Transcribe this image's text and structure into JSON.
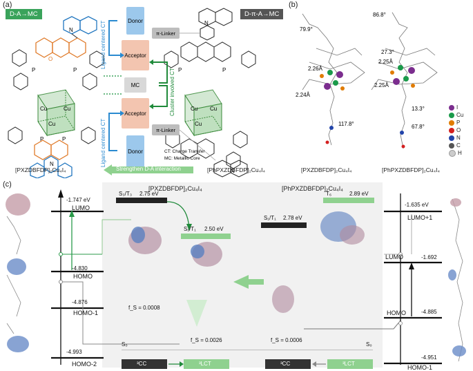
{
  "panels": {
    "a": "(a)",
    "b": "(b)",
    "c": "(c)"
  },
  "panel_a": {
    "tag_left": "D-A→MC",
    "tag_right": "D-π-A→MC",
    "donor": "Donor",
    "linker": "π-Linker",
    "acceptor": "Acceptor",
    "mc": "MC",
    "ligand_ct_top": "Ligand centered CT",
    "ligand_ct_bottom": "Ligand centered CT",
    "cluster_ct": "Cluster involved CT",
    "legend_ct": "CT: Charge Transfer",
    "legend_mc": "MC: Metallic Core",
    "name_left": "[PXZDBFDP]₂Cu₄I₄",
    "name_right": "[PhPXZDBFDP]₂Cu₄I₄",
    "arrow_label": "Strengthen D-A interaction",
    "atoms": {
      "p": "P",
      "cu": "Cu",
      "n": "N",
      "o": "O"
    }
  },
  "panel_b": {
    "angle_1": "79.9°",
    "angle_2": "86.8°",
    "angle_3": "27.3°",
    "angle_4": "117.8°",
    "angle_5": "13.3°",
    "angle_6": "67.8°",
    "dist_1": "2.26Å",
    "dist_2": "2.24Å",
    "dist_3": "2.25Å",
    "dist_4": "2.25Å",
    "caption_left": "[PXZDBFDP]₂Cu₄I₄",
    "caption_right": "[PhPXZDBFDP]₂Cu₄I₄",
    "legend": [
      {
        "label": "I",
        "color": "#7b2d8e"
      },
      {
        "label": "Cu",
        "color": "#1a9a4a"
      },
      {
        "label": "P",
        "color": "#e07b00"
      },
      {
        "label": "O",
        "color": "#d42020"
      },
      {
        "label": "N",
        "color": "#2244aa"
      },
      {
        "label": "C",
        "color": "#555555"
      },
      {
        "label": "H",
        "color": "#cccccc"
      }
    ]
  },
  "panel_c": {
    "left_levels": {
      "lumo": {
        "energy": "-1.747 eV",
        "label": "LUMO"
      },
      "homo": {
        "energy": "-4.830",
        "label": "HOMO"
      },
      "homo1": {
        "energy": "-4.876",
        "label": "HOMO-1"
      },
      "homo2": {
        "energy": "-4.993",
        "label": "HOMO-2"
      }
    },
    "right_levels": {
      "lumo1": {
        "energy": "-1.635 eV",
        "label": "LUMO+1"
      },
      "lumo": {
        "energy": "-1.692",
        "label": "LUMO"
      },
      "homo": {
        "energy": "-4.885",
        "label": "HOMO"
      },
      "homo1": {
        "energy": "-4.951",
        "label": "HOMO-1"
      }
    },
    "center_left": {
      "title": "[PXZDBFDP]₂Cu₄I₄",
      "s3t3": "S₃/T₃",
      "s3t3_e": "2.75 eV",
      "s1t1": "S₁/T₁",
      "s1t1_e": "2.50 eV",
      "fs1": "f_S = 0.0008",
      "fs2": "f_S = 0.0026",
      "s0": "S₀",
      "box_cc": "³CC",
      "box_lct": "³LCT"
    },
    "center_right": {
      "title": "[PhPXZDBFDP]₂Cu₄I₄",
      "t6": "T₆",
      "t6_e": "2.89 eV",
      "s1t1": "S₁/T₁",
      "s1t1_e": "2.78 eV",
      "fs": "f_S = 0.0006",
      "s0": "S₀",
      "box_cc": "³CC",
      "box_lct": "³LCT"
    }
  }
}
